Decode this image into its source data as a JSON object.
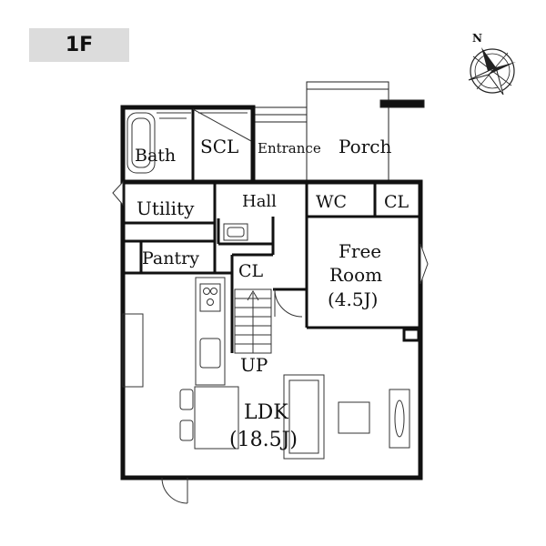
{
  "floor": {
    "label": "1F"
  },
  "compass": {
    "north_label": "N"
  },
  "rooms": {
    "bath": "Bath",
    "scl": "SCL",
    "entrance": "Entrance",
    "porch": "Porch",
    "utility": "Utility",
    "hall": "Hall",
    "wc": "WC",
    "cl_top": "CL",
    "pantry": "Pantry",
    "cl_mid": "CL",
    "free_room_line1": "Free",
    "free_room_line2": "Room",
    "free_room_size": "(4.5J)",
    "up": "UP",
    "ldk": "LDK",
    "ldk_size": "(18.5J)"
  }
}
